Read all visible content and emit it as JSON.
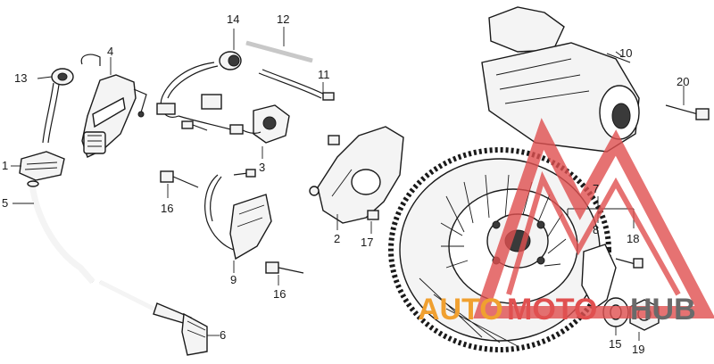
{
  "callouts": {
    "n1": "1",
    "n2": "2",
    "n3": "3",
    "n4": "4",
    "n5": "5",
    "n6": "6",
    "n7": "7",
    "n8": "8",
    "n9": "9",
    "n10": "10",
    "n11": "11",
    "n12": "12",
    "n13": "13",
    "n14": "14",
    "n15": "15",
    "n16a": "16",
    "n16b": "16",
    "n17": "17",
    "n18": "18",
    "n19": "19",
    "n20": "20"
  },
  "watermark": {
    "part1": "AUTO",
    "part2": "MOTO",
    "part3": "HUB",
    "color_orange": "#f0a030",
    "color_red": "#e05050",
    "color_gray": "#6a6a6a"
  }
}
